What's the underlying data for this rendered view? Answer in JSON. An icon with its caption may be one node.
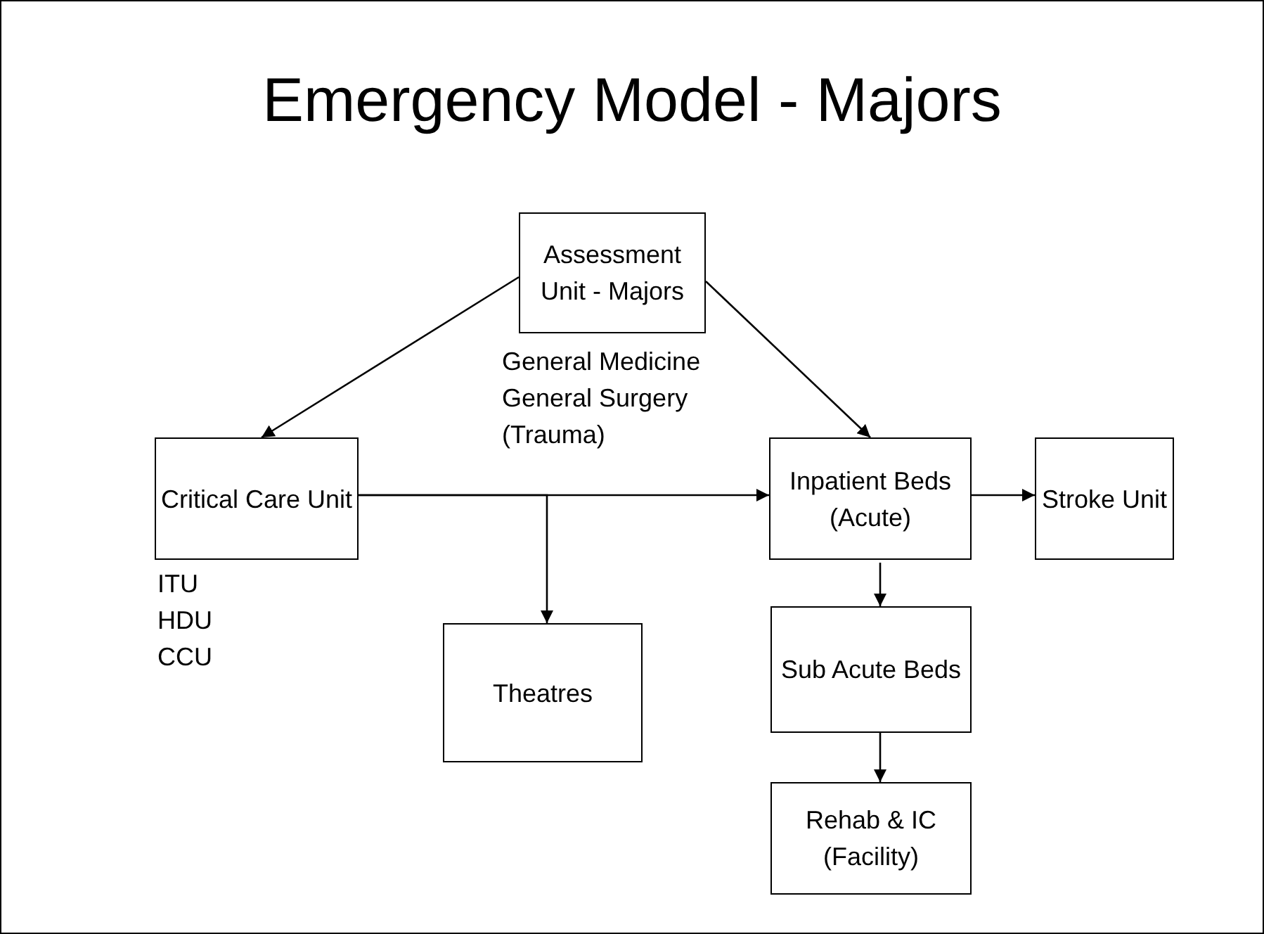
{
  "diagram": {
    "title": "Emergency Model - Majors",
    "nodes": [
      {
        "text": [
          "Assessment Unit - Majors"
        ]
      },
      {
        "text": [
          "Critical Care Unit"
        ],
        "beside": [
          "ITU HDU CCU"
        ]
      },
      {
        "text": [
          "Inpatient Beds (Acute)"
        ]
      },
      {
        "text": [
          "Stroke Unit"
        ]
      },
      {
        "text": [
          "Sub Acute Beds"
        ]
      },
      {
        "text": [
          "Theatres"
        ]
      },
      {
        "text": [
          "Rehab & IC (Facility)"
        ]
      }
    ],
    "edges": [
      {
        "from": 0,
        "to": 1,
        "arrow": "to"
      },
      {
        "from": 0,
        "to": 2,
        "arrow": "to"
      },
      {
        "from": 1,
        "to": 2,
        "arrow": "to"
      },
      {
        "from": 1,
        "to": 5,
        "arrow": "to"
      },
      {
        "from": 2,
        "to": 3,
        "arrow": "to"
      },
      {
        "from": 2,
        "to": 4,
        "arrow": "to"
      },
      {
        "from": 4,
        "to": 6,
        "arrow": "to"
      }
    ],
    "labels": [
      "General Medicine General Surgery (Trauma)"
    ]
  }
}
